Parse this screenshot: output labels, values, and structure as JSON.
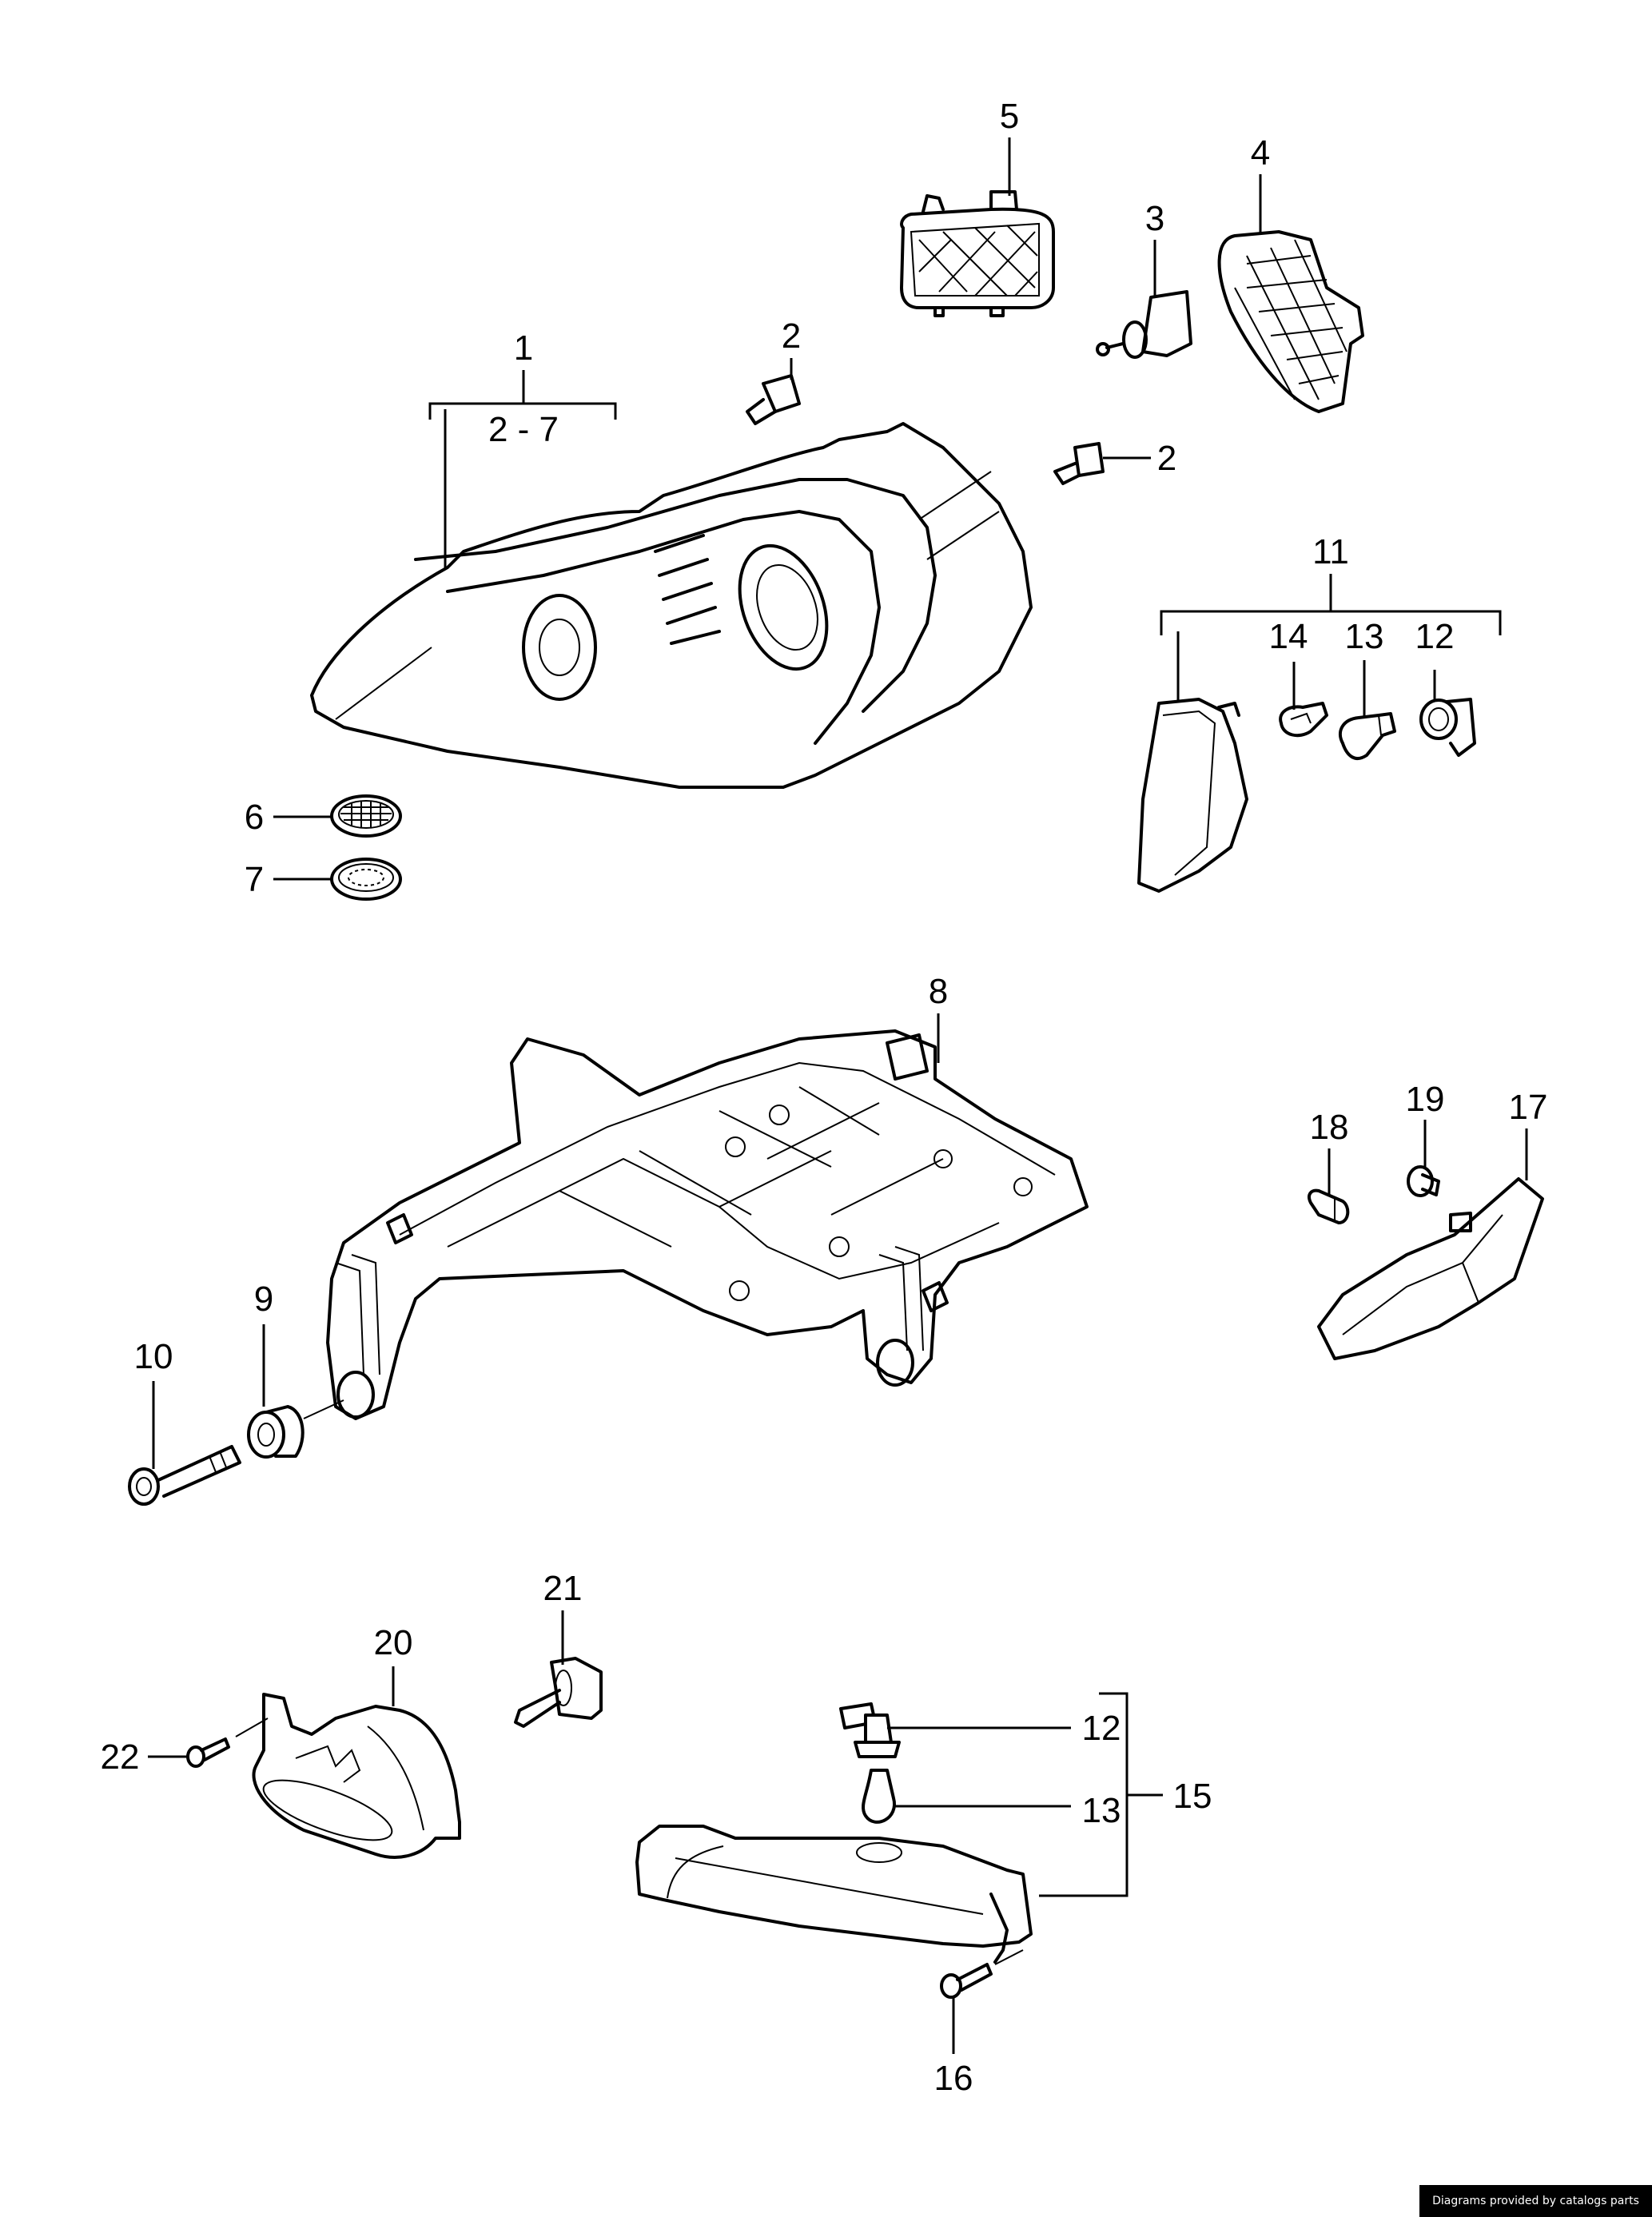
{
  "diagram": {
    "callouts": {
      "c1": "1",
      "c1_range": "2 - 7",
      "c2a": "2",
      "c2b": "2",
      "c3": "3",
      "c4": "4",
      "c5": "5",
      "c6": "6",
      "c7": "7",
      "c8": "8",
      "c9": "9",
      "c10": "10",
      "c11": "11",
      "c12a": "12",
      "c13a": "13",
      "c14": "14",
      "c12b": "12",
      "c13b": "13",
      "c15": "15",
      "c16": "16",
      "c17": "17",
      "c18": "18",
      "c19": "19",
      "c20": "20",
      "c21": "21",
      "c22": "22"
    }
  },
  "footer": {
    "credit": "Diagrams provided by catalogs parts"
  }
}
